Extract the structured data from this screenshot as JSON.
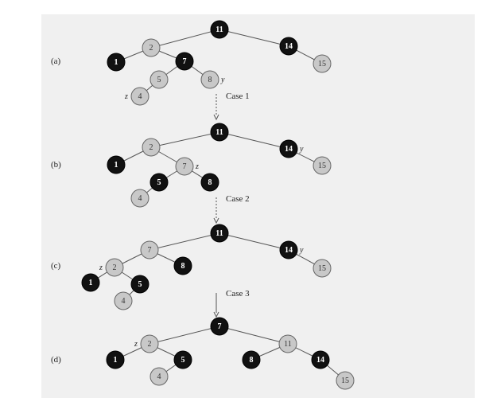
{
  "panels": [
    {
      "label": "(a)",
      "nodes": [
        {
          "id": "a11",
          "key": "11",
          "color": "black"
        },
        {
          "id": "a2",
          "key": "2",
          "color": "gray"
        },
        {
          "id": "a14",
          "key": "14",
          "color": "black"
        },
        {
          "id": "a1",
          "key": "1",
          "color": "black"
        },
        {
          "id": "a7",
          "key": "7",
          "color": "black"
        },
        {
          "id": "a15",
          "key": "15",
          "color": "gray"
        },
        {
          "id": "a5",
          "key": "5",
          "color": "gray"
        },
        {
          "id": "a8",
          "key": "8",
          "color": "gray",
          "tag": "y"
        },
        {
          "id": "a4",
          "key": "4",
          "color": "gray",
          "tag": "z"
        }
      ]
    },
    {
      "label": "(b)",
      "nodes": [
        {
          "id": "b11",
          "key": "11",
          "color": "black"
        },
        {
          "id": "b2",
          "key": "2",
          "color": "gray"
        },
        {
          "id": "b14",
          "key": "14",
          "color": "black",
          "tag": "y"
        },
        {
          "id": "b1",
          "key": "1",
          "color": "black"
        },
        {
          "id": "b7",
          "key": "7",
          "color": "gray",
          "tag": "z"
        },
        {
          "id": "b15",
          "key": "15",
          "color": "gray"
        },
        {
          "id": "b5",
          "key": "5",
          "color": "black"
        },
        {
          "id": "b8",
          "key": "8",
          "color": "black"
        },
        {
          "id": "b4",
          "key": "4",
          "color": "gray"
        }
      ]
    },
    {
      "label": "(c)",
      "nodes": [
        {
          "id": "c11",
          "key": "11",
          "color": "black"
        },
        {
          "id": "c7",
          "key": "7",
          "color": "gray"
        },
        {
          "id": "c14",
          "key": "14",
          "color": "black",
          "tag": "y"
        },
        {
          "id": "c2",
          "key": "2",
          "color": "gray",
          "tag": "z"
        },
        {
          "id": "c8",
          "key": "8",
          "color": "black"
        },
        {
          "id": "c15",
          "key": "15",
          "color": "gray"
        },
        {
          "id": "c1",
          "key": "1",
          "color": "black"
        },
        {
          "id": "c5",
          "key": "5",
          "color": "black"
        },
        {
          "id": "c4",
          "key": "4",
          "color": "gray"
        }
      ]
    },
    {
      "label": "(d)",
      "nodes": [
        {
          "id": "d7",
          "key": "7",
          "color": "black"
        },
        {
          "id": "d2",
          "key": "2",
          "color": "gray",
          "tag": "z"
        },
        {
          "id": "d11",
          "key": "11",
          "color": "gray"
        },
        {
          "id": "d1",
          "key": "1",
          "color": "black"
        },
        {
          "id": "d5",
          "key": "5",
          "color": "black"
        },
        {
          "id": "d8",
          "key": "8",
          "color": "black"
        },
        {
          "id": "d14",
          "key": "14",
          "color": "black"
        },
        {
          "id": "d4",
          "key": "4",
          "color": "gray"
        },
        {
          "id": "d15",
          "key": "15",
          "color": "gray"
        }
      ]
    }
  ],
  "edges": [
    [
      "a11",
      "a2"
    ],
    [
      "a11",
      "a14"
    ],
    [
      "a2",
      "a1"
    ],
    [
      "a2",
      "a7"
    ],
    [
      "a14",
      "a15"
    ],
    [
      "a7",
      "a5"
    ],
    [
      "a7",
      "a8"
    ],
    [
      "a5",
      "a4"
    ],
    [
      "b11",
      "b2"
    ],
    [
      "b11",
      "b14"
    ],
    [
      "b2",
      "b1"
    ],
    [
      "b2",
      "b7"
    ],
    [
      "b14",
      "b15"
    ],
    [
      "b7",
      "b5"
    ],
    [
      "b7",
      "b8"
    ],
    [
      "b5",
      "b4"
    ],
    [
      "c11",
      "c7"
    ],
    [
      "c11",
      "c14"
    ],
    [
      "c7",
      "c2"
    ],
    [
      "c7",
      "c8"
    ],
    [
      "c14",
      "c15"
    ],
    [
      "c2",
      "c1"
    ],
    [
      "c2",
      "c5"
    ],
    [
      "c5",
      "c4"
    ],
    [
      "d7",
      "d2"
    ],
    [
      "d7",
      "d11"
    ],
    [
      "d2",
      "d1"
    ],
    [
      "d2",
      "d5"
    ],
    [
      "d11",
      "d8"
    ],
    [
      "d11",
      "d14"
    ],
    [
      "d5",
      "d4"
    ],
    [
      "d14",
      "d15"
    ]
  ],
  "cases": [
    {
      "label": "Case 1",
      "style": "dashed"
    },
    {
      "label": "Case 2",
      "style": "dashed"
    },
    {
      "label": "Case 3",
      "style": "solid"
    }
  ],
  "colors": {
    "black_node": "#111111",
    "gray_node": "#c8c8c8",
    "background": "#f0f0f0"
  }
}
